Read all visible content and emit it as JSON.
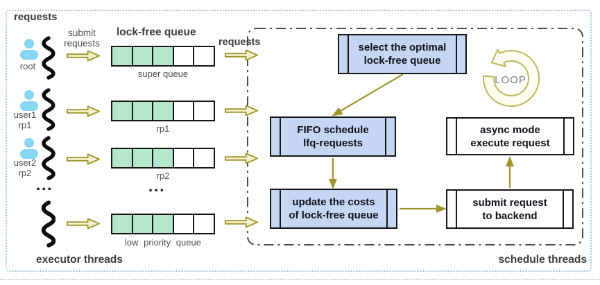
{
  "labels": {
    "requests_top": "requests",
    "submit_line1": "submit",
    "submit_line2": "requests",
    "queue_title": "lock-free queue",
    "requests_mid": "requests",
    "executor": "executor threads",
    "schedule": "schedule threads",
    "loop": "LOOP",
    "ellipsis": "..."
  },
  "users": [
    {
      "name": "root",
      "rp": ""
    },
    {
      "name": "user1",
      "rp": "rp1"
    },
    {
      "name": "user2",
      "rp": "rp2"
    }
  ],
  "queues": [
    {
      "label": "super queue",
      "filled": 3,
      "total": 5
    },
    {
      "label": "rp1",
      "filled": 3,
      "total": 5
    },
    {
      "label": "rp2",
      "filled": 3,
      "total": 5
    },
    {
      "label": "low priority queue",
      "filled": 3,
      "total": 5
    }
  ],
  "boxes": {
    "select": {
      "line1": "select the optimal",
      "line2": "lock-free queue"
    },
    "fifo": {
      "line1": "FIFO schedule",
      "line2": "lfq-requests"
    },
    "update": {
      "line1": "update the costs",
      "line2": "of lock-free queue"
    },
    "async": {
      "line1": "async mode",
      "line2": "execute request"
    },
    "submit": {
      "line1": "submit request",
      "line2": "to backend"
    }
  },
  "colors": {
    "queue_filled": "#b4e7cb",
    "box_blue": "#c4d6f1",
    "arrow_olive": "#a0962e",
    "arrow_fill": "#f4f0cf",
    "user_icon": "#87d7f2",
    "loop_stroke": "#c0b45a",
    "loop_fill": "#fffdf0",
    "frame_dot": "#a5c2d6"
  }
}
